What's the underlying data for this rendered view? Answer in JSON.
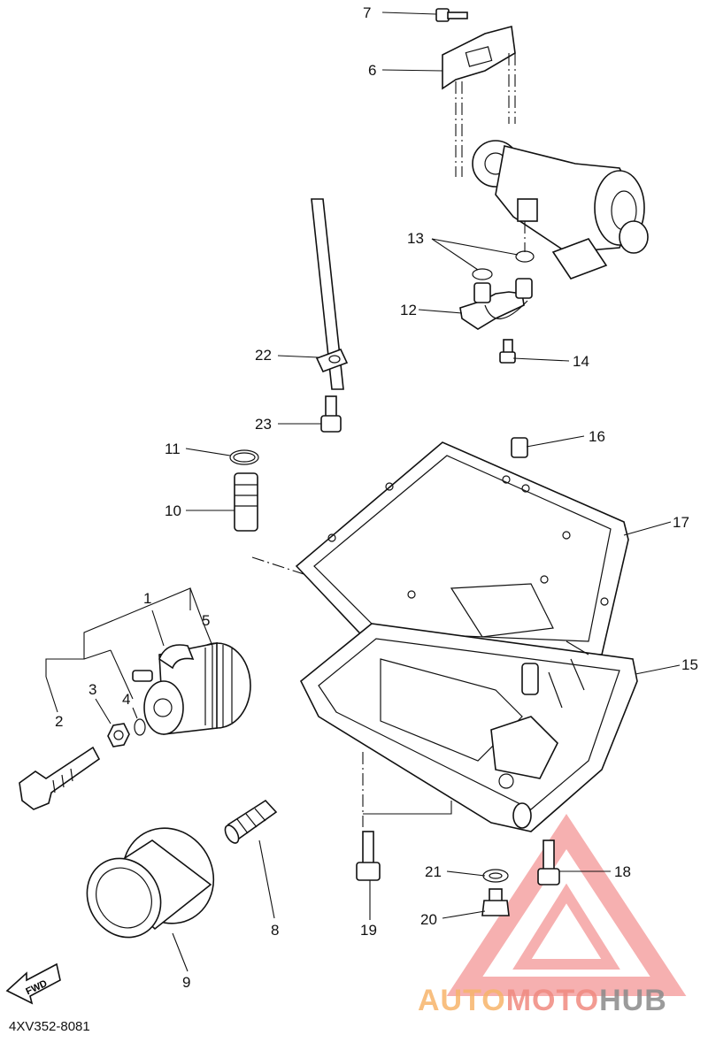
{
  "diagram": {
    "code": "4XV352-8081",
    "fwd_label": "FWD",
    "callouts": [
      {
        "id": 1,
        "label": "1"
      },
      {
        "id": 2,
        "label": "2"
      },
      {
        "id": 3,
        "label": "3"
      },
      {
        "id": 4,
        "label": "4"
      },
      {
        "id": 5,
        "label": "5"
      },
      {
        "id": 6,
        "label": "6"
      },
      {
        "id": 7,
        "label": "7"
      },
      {
        "id": 8,
        "label": "8"
      },
      {
        "id": 9,
        "label": "9"
      },
      {
        "id": 10,
        "label": "10"
      },
      {
        "id": 11,
        "label": "11"
      },
      {
        "id": 12,
        "label": "12"
      },
      {
        "id": 13,
        "label": "13"
      },
      {
        "id": 14,
        "label": "14"
      },
      {
        "id": 15,
        "label": "15"
      },
      {
        "id": 16,
        "label": "16"
      },
      {
        "id": 17,
        "label": "17"
      },
      {
        "id": 18,
        "label": "18"
      },
      {
        "id": 19,
        "label": "19"
      },
      {
        "id": 20,
        "label": "20"
      },
      {
        "id": 21,
        "label": "21"
      },
      {
        "id": 22,
        "label": "22"
      },
      {
        "id": 23,
        "label": "23"
      }
    ]
  },
  "watermark": {
    "part1": "AUTO",
    "part2": "MOTO",
    "part3": "HUB",
    "color1": "#f7b46a",
    "color2": "#f08a80",
    "color3": "#8a8a8a",
    "logo_color": "#f07070"
  }
}
